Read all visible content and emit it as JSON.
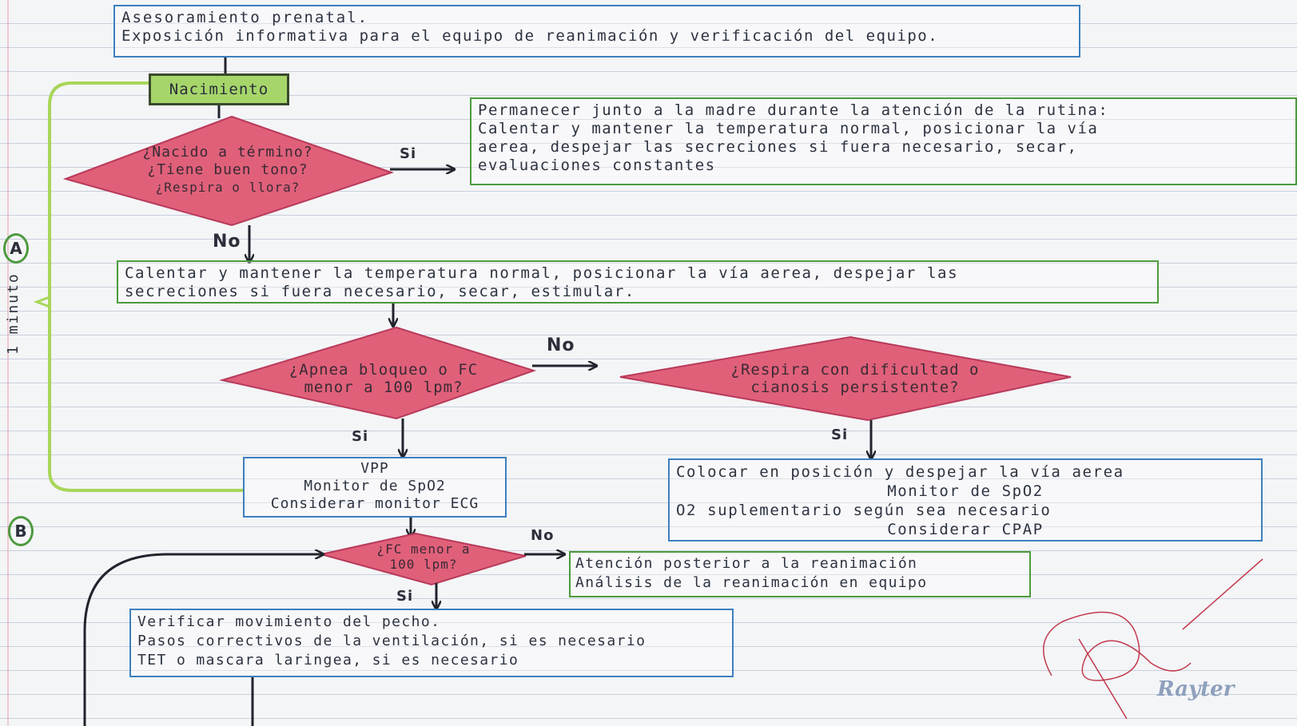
{
  "prenatal": {
    "line1": "Asesoramiento prenatal.",
    "line2": "Exposición informativa para el equipo de reanimación y verificación del equipo."
  },
  "nacimiento": "Nacimiento",
  "diamond1": {
    "line1": "¿Nacido a término?",
    "line2": "¿Tiene buen tono?",
    "line3": "¿Respira o llora?"
  },
  "routine": {
    "line1": "Permanecer junto a la madre durante la atención de la rutina:",
    "line2": "Calentar y mantener la temperatura normal, posicionar la vía",
    "line3": "aerea, despejar las secreciones si fuera necesario, secar,",
    "line4": "evaluaciones constantes"
  },
  "step2": {
    "line1": "Calentar y mantener la temperatura normal, posicionar la vía aerea, despejar las",
    "line2": "secreciones si fuera necesario, secar, estimular."
  },
  "diamond2": {
    "line1": "¿Apnea bloqueo o FC",
    "line2": "menor a 100 lpm?"
  },
  "diamond3": {
    "line1": "¿Respira con dificultad o",
    "line2": "cianosis persistente?"
  },
  "vpp": {
    "line1": "VPP",
    "line2": "Monitor de SpO2",
    "line3": "Considerar monitor ECG"
  },
  "colocar": {
    "line1": "Colocar en posición y despejar la vía aerea",
    "line2": "Monitor de SpO2",
    "line3": "O2 suplementario según sea necesario",
    "line4": "Considerar CPAP"
  },
  "diamond4": {
    "line1": "¿FC menor a",
    "line2": "100 lpm?"
  },
  "posterior": {
    "line1": "Atención posterior a la reanimación",
    "line2": "Análisis de la reanimación en equipo"
  },
  "verificar": {
    "line1": "Verificar movimiento del pecho.",
    "line2": "Pasos correctivos de la ventilación, si es necesario",
    "line3": "TET o mascara laringea, si es necesario"
  },
  "labels": {
    "si1": "Si",
    "no1": "No",
    "no2": "No",
    "si2": "Si",
    "si3": "Si",
    "no3": "No",
    "si4": "Si"
  },
  "side": {
    "circle_a": "A",
    "circle_b": "B",
    "minuto": "1 minuto"
  },
  "watermark": "Rayter",
  "colors": {
    "diamond_fill": "#e0607a",
    "box_blue": "#3d7fbf",
    "box_green": "#4c9a3e",
    "nacimiento_fill": "#a6d66a",
    "bracket_green": "#a8d65a"
  }
}
